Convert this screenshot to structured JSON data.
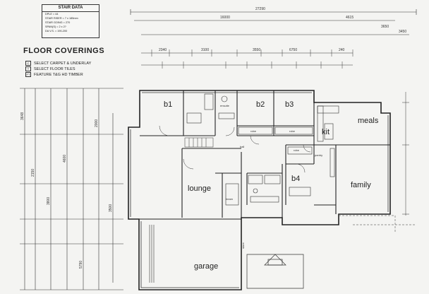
{
  "title": "FLOOR COVERINGS",
  "legend": [
    {
      "key": "C",
      "label": "SELECT CARPET & UNDERLAY"
    },
    {
      "key": "T",
      "label": "SELECT FLOOR TILES"
    },
    {
      "key": "FT",
      "label": "FEATURE T&G HD TIMBER"
    }
  ],
  "stair_data": {
    "heading": "STAIR DATA",
    "rows": [
      "DPLE = 44",
      "STAIR RISER = 7 x 185mm",
      "STAIR GOING = 270",
      "SPAN(S) = 2 x 2?",
      "DA V.S. = 190-200"
    ]
  },
  "rooms": {
    "b1": "b1",
    "b2": "b2",
    "b3": "b3",
    "b4": "b4",
    "kit": "kit",
    "meals": "meals",
    "family": "family",
    "lounge": "lounge",
    "garage": "garage"
  },
  "dimensions": {
    "top": [
      "27290",
      "16000",
      "4615",
      "3450",
      "2340",
      "3100",
      "3550",
      "6750",
      "240",
      "3650"
    ],
    "left": [
      "3648",
      "2150",
      "3800",
      "4600",
      "5790",
      "2000",
      "3500"
    ]
  },
  "annotations": {
    "hall": "hall",
    "ensuite": "ensuite",
    "robe": "robe",
    "store": "store",
    "pantry": "pantry",
    "beam": "beam"
  }
}
